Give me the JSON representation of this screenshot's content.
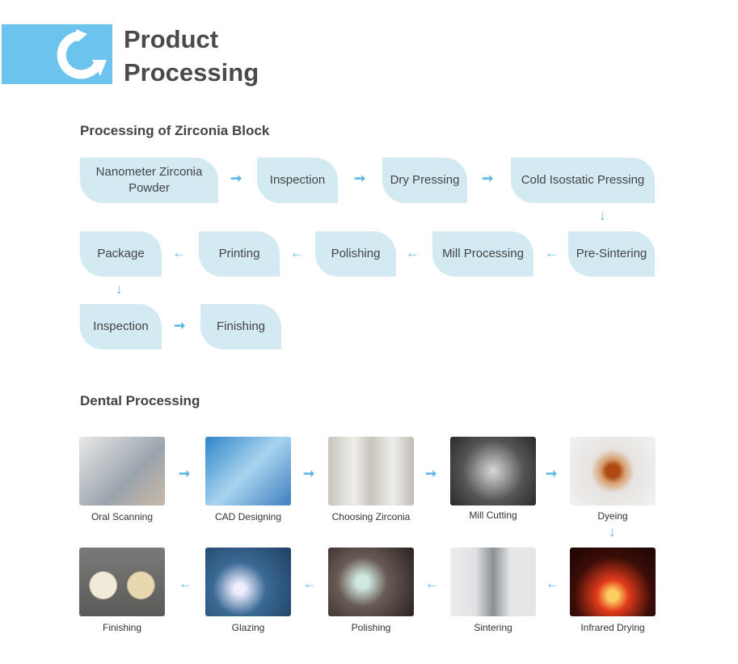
{
  "header": {
    "title_line1": "Product",
    "title_line2": "Processing"
  },
  "zirconia": {
    "heading": "Processing of Zirconia Block",
    "steps": [
      "Nanometer Zirconia Powder",
      "Inspection",
      "Dry Pressing",
      "Cold Isostatic Pressing",
      "Pre-Sintering",
      "Mill Processing",
      "Polishing",
      "Printing",
      "Package",
      "Inspection",
      "Finishing"
    ]
  },
  "dental": {
    "heading": "Dental Processing",
    "steps": [
      "Oral Scanning",
      "CAD Designing",
      "Choosing Zirconia",
      "Mill Cutting",
      "Dyeing",
      "Infrared Drying",
      "Sintering",
      "Polishing",
      "Glazing",
      "Finishing"
    ]
  }
}
